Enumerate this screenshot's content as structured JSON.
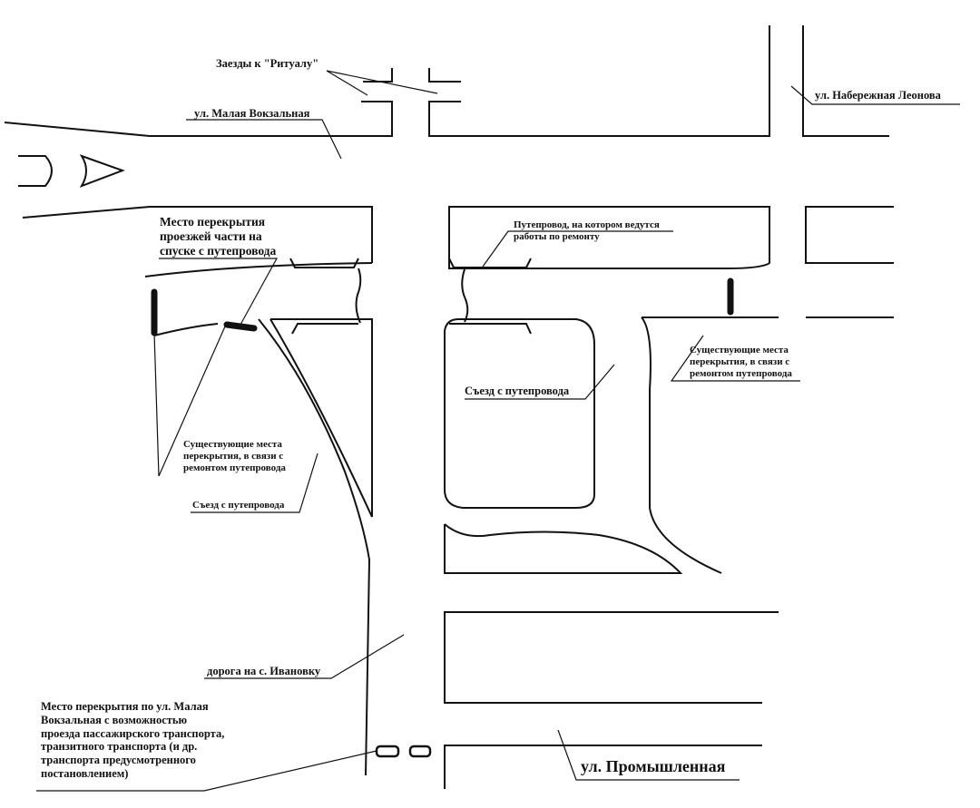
{
  "labels": {
    "ritual_entrances": "Заезды к \"Ритуалу\"",
    "malaya_vokzalnaya": "ул. Малая Вокзальная",
    "naberezhnaya_leonova": "ул. Набережная Леонова",
    "closure_descent": "Место перекрытия\nпроезжей части на\nспуске с путепровода",
    "overpass_repair": "Путепровод, на котором ведутся\nработы по ремонту",
    "existing_closures_right": "Существующие места\nперекрытия, в связи с\nремонтом путепровода",
    "exit_overpass_center": "Съезд с путепровода",
    "existing_closures_left": "Существующие места\nперекрытия, в связи с\nремонтом путепровода",
    "exit_overpass_left": "Съезд с путепровода",
    "road_ivanovka": "дорога на с. Ивановку",
    "closure_malaya_vokzalnaya": "Место перекрытия по ул. Малая\nВокзальная с возможностью\nпроезда пассажирского транспорта,\nтранзитного транспорта (и др.\nтранспорта предусмотренного\nпостановлением)",
    "promyshlennaya": "ул. Промышленная"
  },
  "colors": {
    "line": "#111111",
    "background": "#ffffff"
  }
}
